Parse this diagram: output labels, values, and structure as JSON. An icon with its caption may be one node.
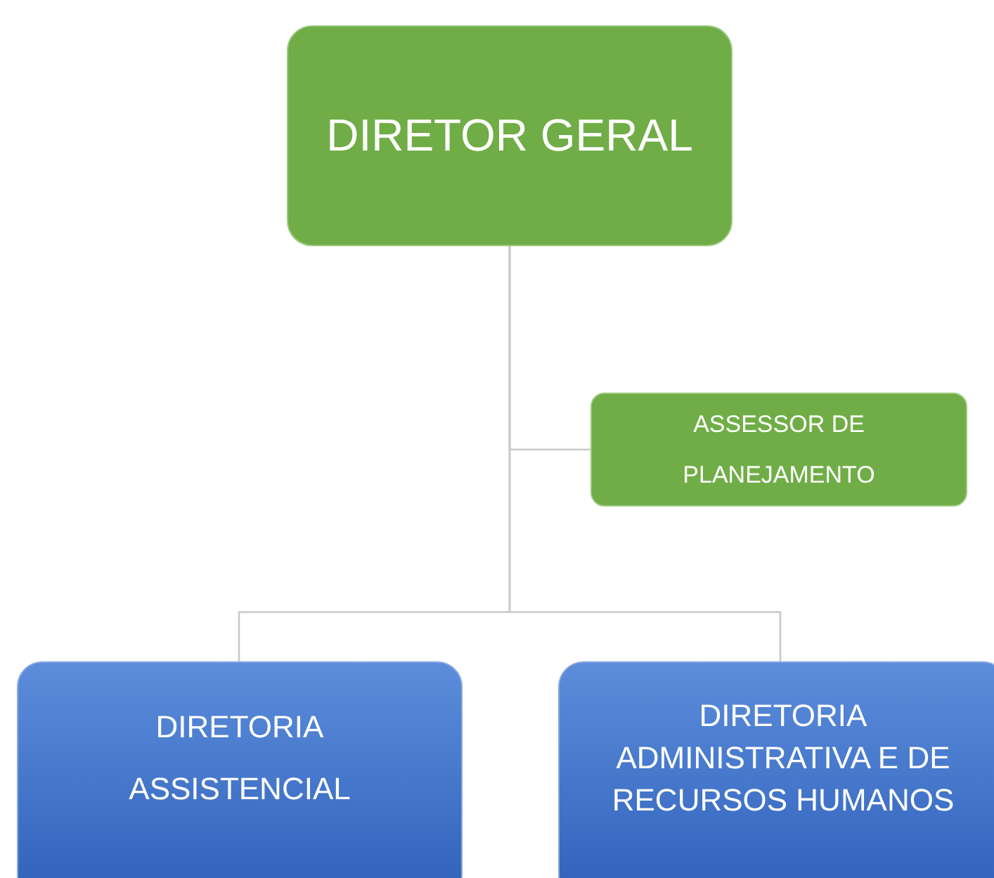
{
  "diagram": {
    "nodes": [
      {
        "text": [
          "DIRETOR GERAL"
        ]
      },
      {
        "text": [
          "ASSESSOR DE PLANEJAMENTO"
        ]
      },
      {
        "text": [
          "DIRETORIA ASSISTENCIAL"
        ]
      },
      {
        "text": [
          "DIRETORIA ADMINISTRATIVA E DE RECURSOS HUMANOS"
        ]
      }
    ],
    "edges": [
      {
        "from": 0,
        "to": 1,
        "arrow": "none"
      },
      {
        "from": 0,
        "to": 2,
        "arrow": "none"
      },
      {
        "from": 0,
        "to": 3,
        "arrow": "none"
      }
    ]
  }
}
